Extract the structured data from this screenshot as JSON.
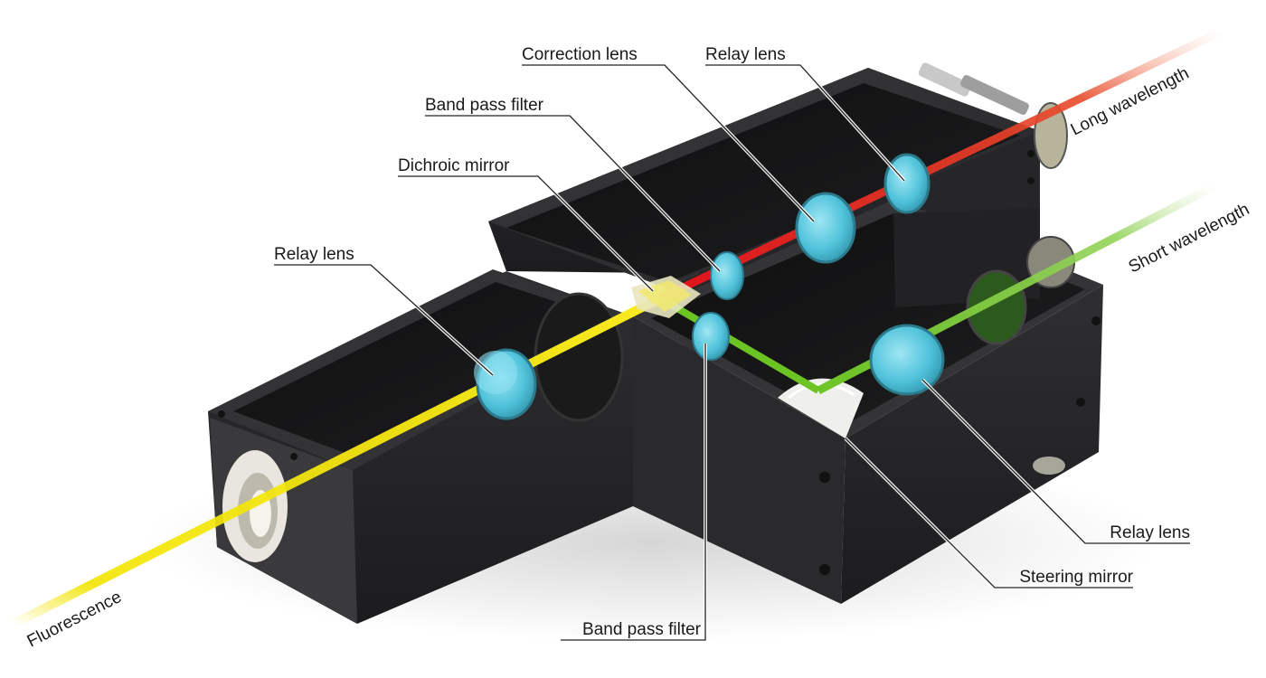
{
  "labels": {
    "correction_lens": "Correction lens",
    "relay_lens_top": "Relay lens",
    "band_pass_filter_top": "Band pass filter",
    "dichroic_mirror": "Dichroic mirror",
    "relay_lens_left": "Relay lens",
    "relay_lens_right": "Relay lens",
    "steering_mirror": "Steering mirror",
    "band_pass_filter_bottom": "Band pass filter",
    "long_wavelength": "Long wavelength",
    "short_wavelength": "Short wavelength",
    "fluorescence": "Fluorescence"
  },
  "colors": {
    "fluorescence_beam": "#f2e400",
    "long_wavelength_beam": "#e0121b",
    "short_wavelength_beam": "#6cc424",
    "lens": "#5fd0e6",
    "housing": "#2b2b2d"
  }
}
